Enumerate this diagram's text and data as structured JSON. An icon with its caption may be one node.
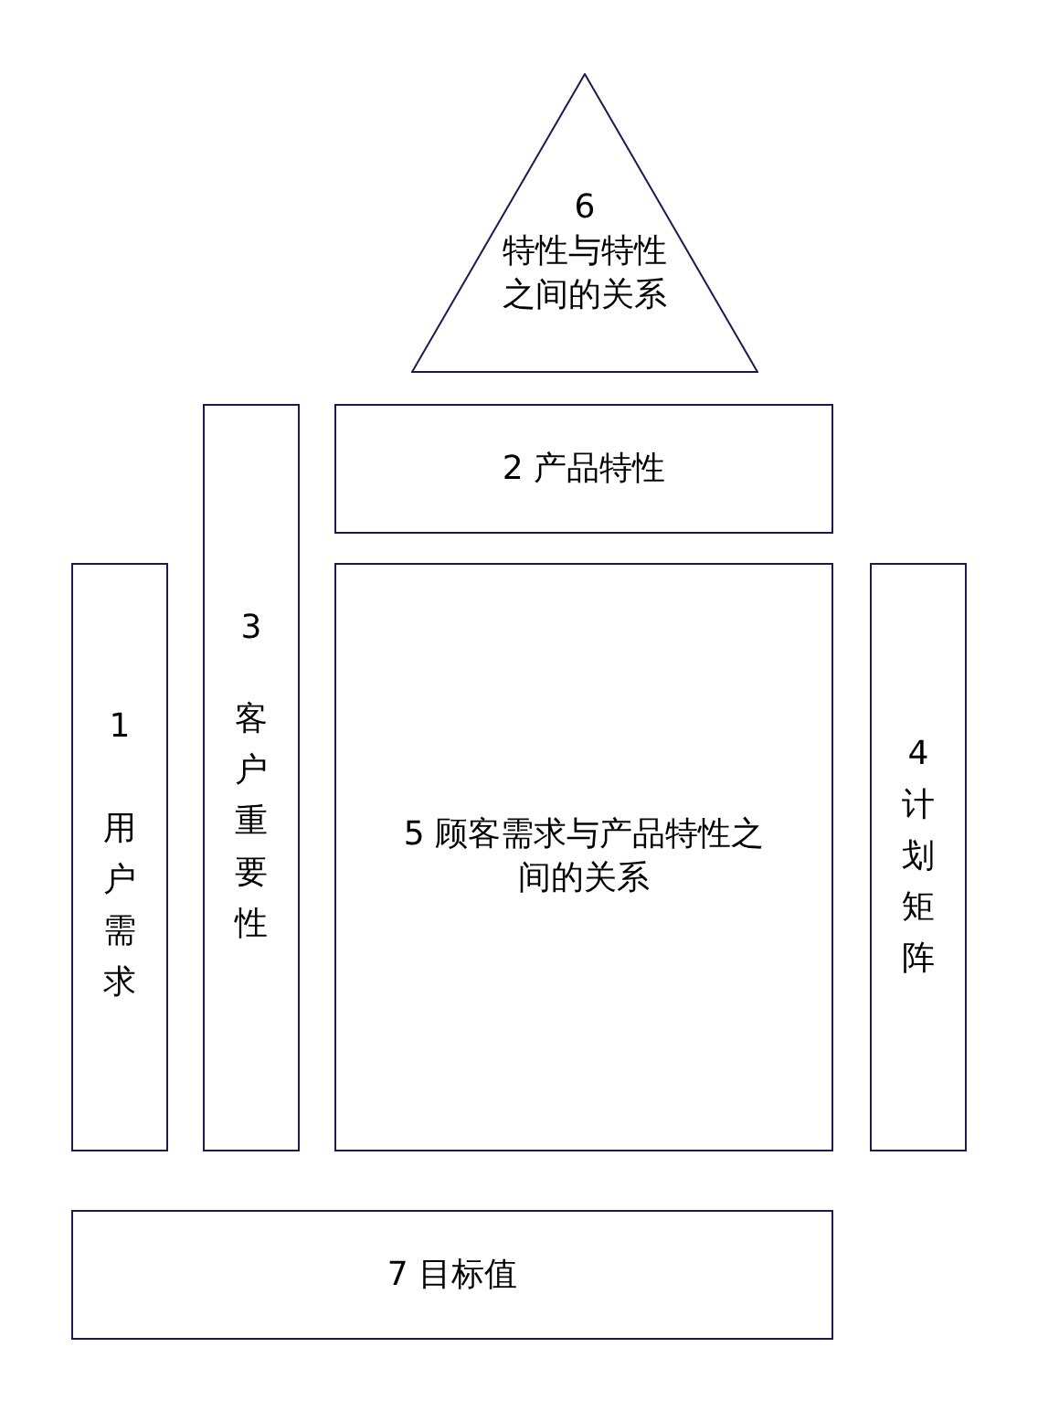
{
  "diagram": {
    "nodes": [
      {
        "text": [
          "6",
          "特性与特性之间的关系"
        ]
      },
      {
        "text": [
          "2 产品特性"
        ]
      },
      {
        "text": [
          "1",
          "用户需求"
        ]
      },
      {
        "text": [
          "3",
          "客户重要性"
        ]
      },
      {
        "text": [
          "5 顾客需求与产品特性之间的关系"
        ]
      },
      {
        "text": [
          "4 计划矩阵"
        ]
      },
      {
        "text": [
          "7 目标值"
        ]
      }
    ]
  }
}
